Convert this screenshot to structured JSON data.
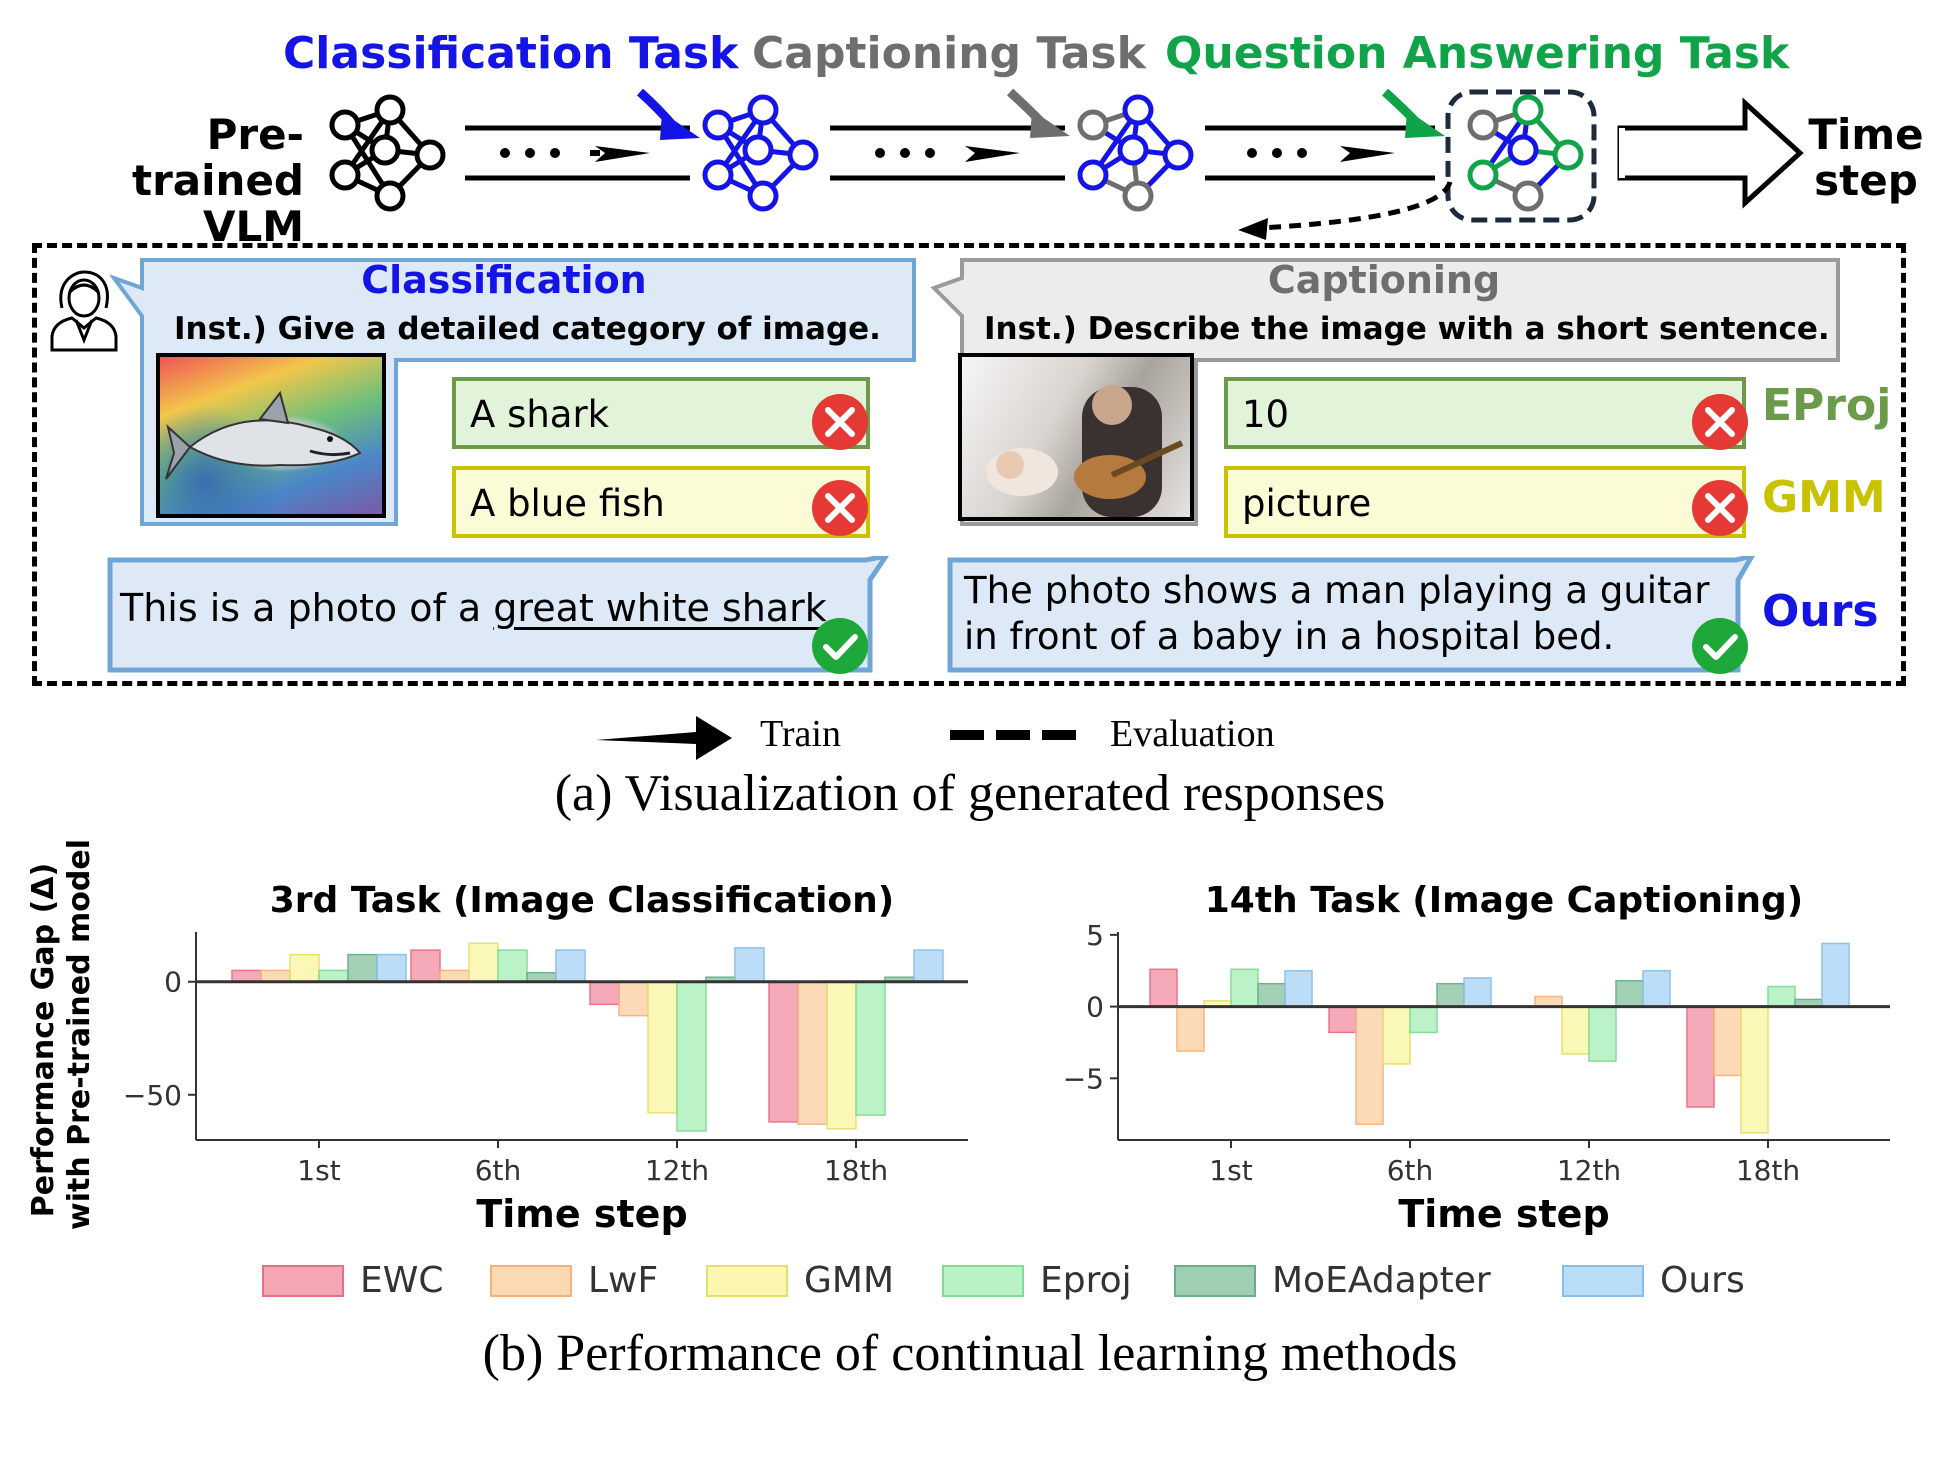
{
  "top": {
    "tasks": {
      "classification": "Classification Task",
      "captioning": "Captioning Task",
      "qa": "Question Answering Task"
    },
    "vlm_label_line1": "Pre-trained",
    "vlm_label_line2": "VLM",
    "time_line1": "Time",
    "time_line2": "step",
    "dots": "• • •"
  },
  "colors": {
    "classification": "#1414e6",
    "captioning": "#6e6e6e",
    "qa": "#11a34a",
    "eproj_tag": "#6a9a4a",
    "gmm_tag": "#c9c200",
    "ours_tag": "#1414e6"
  },
  "panel": {
    "left": {
      "title": "Classification",
      "instruction": "Inst.) Give a detailed category of image.",
      "resp_eproj": "A shark",
      "resp_gmm": "A blue fish",
      "ours_prefix": "This is a photo of a ",
      "ours_underlined": "great white shark"
    },
    "right": {
      "title": "Captioning",
      "instruction": "Inst.) Describe the image with a short sentence.",
      "resp_eproj": "10",
      "resp_gmm": "picture",
      "ours_line1": "The photo shows a man playing a guitar",
      "ours_line2": "in front of a baby in a hospital bed."
    },
    "tags": {
      "eproj": "EProj",
      "gmm": "GMM",
      "ours": "Ours"
    }
  },
  "legend_a": {
    "train": "Train",
    "evaluation": "Evaluation"
  },
  "caption_a": "(a) Visualization of generated responses",
  "caption_b": "(b) Performance of continual learning methods",
  "ylabel_line1": "Performance Gap (Δ)",
  "ylabel_line2": "with Pre-trained model",
  "chart_data": [
    {
      "type": "bar",
      "title": "3rd Task (Image Classification)",
      "xlabel": "Time step",
      "ylabel": "Performance Gap (Δ) with Pre-trained model",
      "categories": [
        "1st",
        "6th",
        "12th",
        "18th"
      ],
      "yticks": [
        0,
        -50
      ],
      "ylim": [
        -70,
        22
      ],
      "series": [
        {
          "name": "EWC",
          "values": [
            5,
            14,
            -10,
            -62
          ],
          "color": "#f4a6b5",
          "edge": "#e86f86"
        },
        {
          "name": "LwF",
          "values": [
            5,
            5,
            -15,
            -63
          ],
          "color": "#fcd9b3",
          "edge": "#f4b27a"
        },
        {
          "name": "GMM",
          "values": [
            12,
            17,
            -58,
            -65
          ],
          "color": "#fbf7b3",
          "edge": "#e6df6e"
        },
        {
          "name": "Eproj",
          "values": [
            5,
            14,
            -66,
            -59
          ],
          "color": "#b9f2c6",
          "edge": "#7fdb95"
        },
        {
          "name": "MoEAdapter",
          "values": [
            12,
            4,
            2,
            2
          ],
          "color": "#9fcfb2",
          "edge": "#6aae88"
        },
        {
          "name": "Ours",
          "values": [
            12,
            14,
            15,
            14
          ],
          "color": "#b9dcf7",
          "edge": "#86bfe9"
        }
      ]
    },
    {
      "type": "bar",
      "title": "14th Task (Image Captioning)",
      "xlabel": "Time step",
      "categories": [
        "1st",
        "6th",
        "12th",
        "18th"
      ],
      "yticks": [
        5,
        0,
        -5
      ],
      "ylim": [
        -9.3,
        5.2
      ],
      "series": [
        {
          "name": "EWC",
          "values": [
            2.6,
            -1.8,
            0,
            -7.0
          ],
          "color": "#f4a6b5",
          "edge": "#e86f86"
        },
        {
          "name": "LwF",
          "values": [
            -3.1,
            -8.2,
            0.7,
            -4.8
          ],
          "color": "#fcd9b3",
          "edge": "#f4b27a"
        },
        {
          "name": "GMM",
          "values": [
            0.4,
            -4.0,
            -3.3,
            -8.8
          ],
          "color": "#fbf7b3",
          "edge": "#e6df6e"
        },
        {
          "name": "Eproj",
          "values": [
            2.6,
            -1.8,
            -3.8,
            1.4
          ],
          "color": "#b9f2c6",
          "edge": "#7fdb95"
        },
        {
          "name": "MoEAdapter",
          "values": [
            1.6,
            1.6,
            1.8,
            0.5
          ],
          "color": "#9fcfb2",
          "edge": "#6aae88"
        },
        {
          "name": "Ours",
          "values": [
            2.5,
            2.0,
            2.5,
            4.4
          ],
          "color": "#b9dcf7",
          "edge": "#86bfe9"
        }
      ]
    }
  ]
}
